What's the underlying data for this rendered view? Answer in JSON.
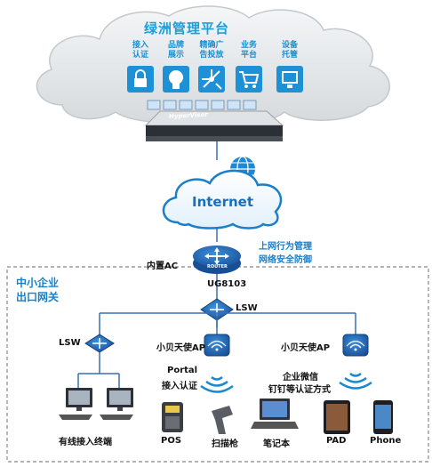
{
  "cloud": {
    "title": "绿洲管理平台",
    "services": [
      {
        "line1": "接入",
        "line2": "认证",
        "icon": "lock-icon"
      },
      {
        "line1": "品牌",
        "line2": "展示",
        "icon": "head-profile-icon"
      },
      {
        "line1": "精确广",
        "line2": "告投放",
        "icon": "target-burst-icon"
      },
      {
        "line1": "业务",
        "line2": "平台",
        "icon": "shopping-cart-icon"
      },
      {
        "line1": "设备",
        "line2": "托管",
        "icon": "device-hosting-icon"
      }
    ],
    "server_label": "HyperVisor"
  },
  "internet": {
    "label": "Internet",
    "icon": "globe-icon"
  },
  "router": {
    "left_label": "内置AC",
    "right_line1": "上网行为管理",
    "right_line2": "网络安全防御",
    "device_text": "ROUTER",
    "model": "UG8103"
  },
  "enterprise_box": {
    "line1": "中小企业",
    "line2": "出口网关"
  },
  "switches": {
    "core_label": "LSW",
    "left_label": "LSW"
  },
  "access_points": [
    {
      "label": "小贝天使AP",
      "auth_line1": "Portal",
      "auth_line2": "接入认证"
    },
    {
      "label": "小贝天使AP",
      "auth_line1": "企业微信",
      "auth_line2": "钉钉等认证方式"
    }
  ],
  "endpoints": {
    "wired": "有线接入终端",
    "pos": "POS",
    "scanner": "扫描枪",
    "laptop": "笔记本",
    "pad": "PAD",
    "phone": "Phone"
  },
  "colors": {
    "brand_blue": "#1a9fd8",
    "icon_blue": "#1e90d6",
    "device_blue": "#1d5fa8",
    "dashed_border": "#888888"
  }
}
